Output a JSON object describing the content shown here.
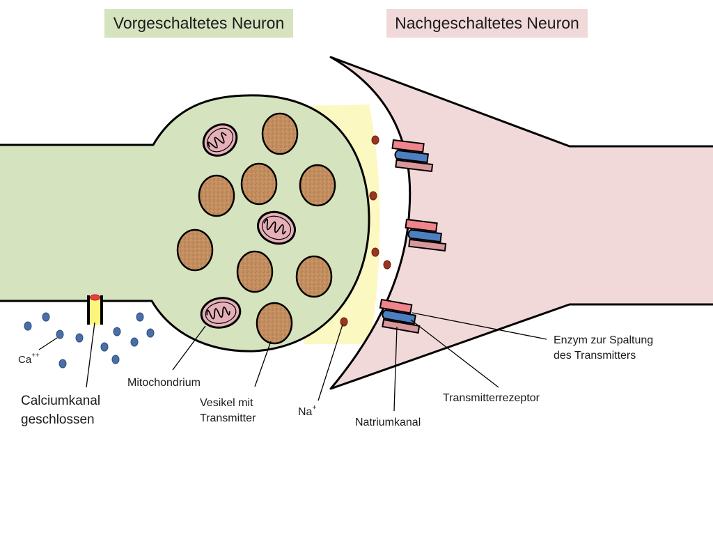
{
  "titles": {
    "presynaptic": "Vorgeschaltetes Neuron",
    "postsynaptic": "Nachgeschaltetes Neuron"
  },
  "labels": {
    "calcium_ion": "Ca",
    "calcium_ion_charge": "++",
    "calcium_channel_line1": "Calciumkanal",
    "calcium_channel_line2": "geschlossen",
    "mitochondrion": "Mitochondrium",
    "vesicle_line1": "Vesikel mit",
    "vesicle_line2": "Transmitter",
    "sodium_ion": "Na",
    "sodium_ion_charge": "+",
    "sodium_channel": "Natriumkanal",
    "receptor": "Transmitterrezeptor",
    "enzyme_line1": "Enzym zur Spaltung",
    "enzyme_line2": "des Transmitters"
  },
  "colors": {
    "presynaptic_fill": "#d5e3bf",
    "postsynaptic_fill": "#f1d9da",
    "cleft_fill": "#fbf8c2",
    "title_pre_bg": "#d5e3bf",
    "title_post_bg": "#f1d9da",
    "vesicle_fill": "#c28c5e",
    "mitochondrion_fill": "#e6b0b8",
    "calcium_ion": "#4a6fa6",
    "transmitter": "#9a3520",
    "receptor_top": "#f0848c",
    "receptor_middle": "#4d7ec0",
    "receptor_bottom": "#d9989c",
    "channel_fill": "#fbf57c"
  }
}
